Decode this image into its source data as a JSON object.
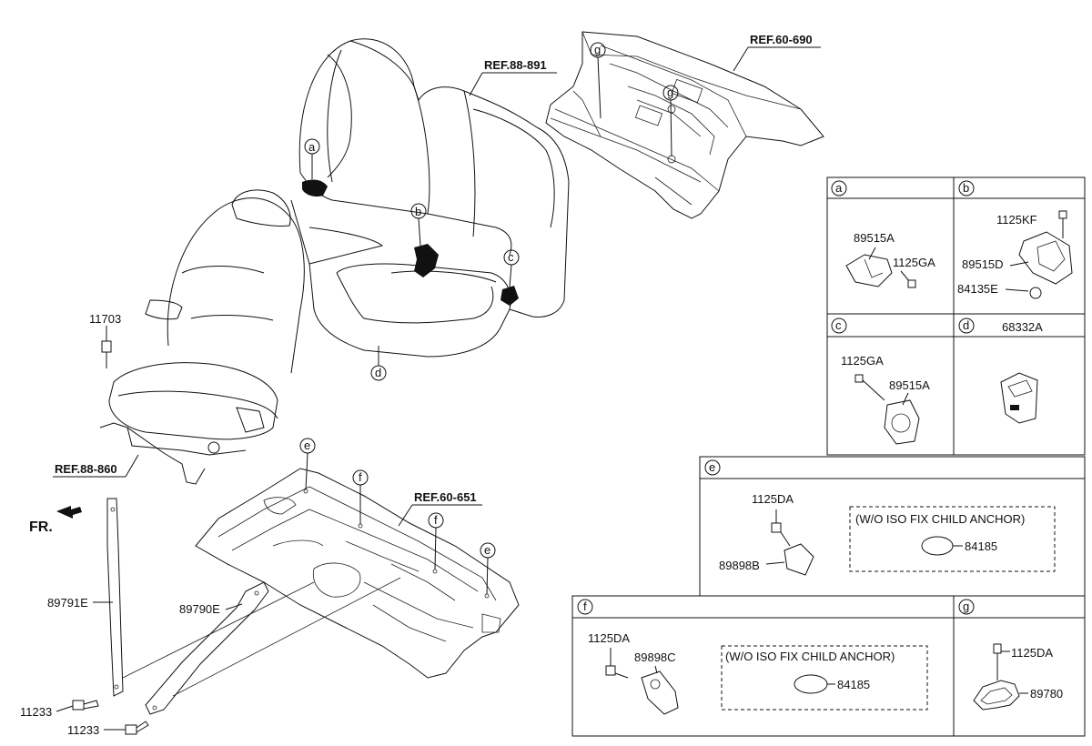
{
  "refs": {
    "seatback_ref": "REF.88-891",
    "rear_panel_ref": "REF.60-690",
    "front_seat_ref": "REF.88-860",
    "floor_ref": "REF.60-651"
  },
  "front_label": "FR.",
  "callouts": {
    "a": "a",
    "b": "b",
    "c": "c",
    "d": "d",
    "e": "e",
    "f": "f",
    "g": "g"
  },
  "main_parts": {
    "p11703": "11703",
    "p89791E": "89791E",
    "p89790E": "89790E",
    "p11233_a": "11233",
    "p11233_b": "11233"
  },
  "panel_a": {
    "letter": "a",
    "part1": "89515A",
    "part2": "1125GA"
  },
  "panel_b": {
    "letter": "b",
    "part1": "1125KF",
    "part2": "89515D",
    "part3": "84135E"
  },
  "panel_c": {
    "letter": "c",
    "part1": "1125GA",
    "part2": "89515A"
  },
  "panel_d": {
    "letter": "d",
    "part1": "68332A"
  },
  "panel_e": {
    "letter": "e",
    "part1": "1125DA",
    "part2": "89898B",
    "note": "(W/O ISO FIX CHILD ANCHOR)",
    "part3": "84185"
  },
  "panel_f": {
    "letter": "f",
    "part1": "1125DA",
    "part2": "89898C",
    "note": "(W/O ISO FIX CHILD ANCHOR)",
    "part3": "84185"
  },
  "panel_g": {
    "letter": "g",
    "part1": "1125DA",
    "part2": "89780"
  }
}
